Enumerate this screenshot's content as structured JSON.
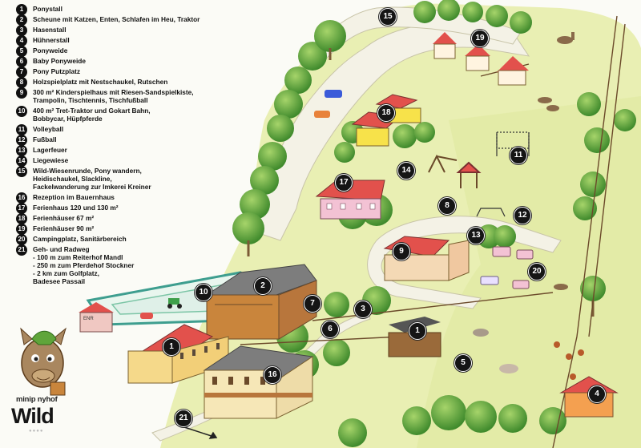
{
  "legend": [
    {
      "num": "1",
      "text": "Ponystall"
    },
    {
      "num": "2",
      "text": "Scheune mit Katzen, Enten, Schlafen im Heu, Traktor"
    },
    {
      "num": "3",
      "text": "Hasenstall"
    },
    {
      "num": "4",
      "text": "Hühnerstall"
    },
    {
      "num": "5",
      "text": "Ponyweide"
    },
    {
      "num": "6",
      "text": "Baby Ponyweide"
    },
    {
      "num": "7",
      "text": "Pony Putzplatz"
    },
    {
      "num": "8",
      "text": "Holzspielplatz mit Nestschaukel, Rutschen"
    },
    {
      "num": "9",
      "text": "300 m² Kinderspielhaus mit Riesen-Sandspielkiste,\nTrampolin, Tischtennis, Tischfußball"
    },
    {
      "num": "10",
      "text": "400 m² Tret-Traktor und Gokart Bahn,\nBobbycar, Hüpfpferde"
    },
    {
      "num": "11",
      "text": "Volleyball"
    },
    {
      "num": "12",
      "text": "Fußball"
    },
    {
      "num": "13",
      "text": "Lagerfeuer"
    },
    {
      "num": "14",
      "text": "Liegewiese"
    },
    {
      "num": "15",
      "text": "Wild-Wiesenrunde, Pony wandern,\nHeidischaukel, Slackline,\nFackelwanderung zur Imkerei Kreiner"
    },
    {
      "num": "16",
      "text": "Rezeption im Bauernhaus"
    },
    {
      "num": "17",
      "text": "Ferienhaus 120 und 130 m²"
    },
    {
      "num": "18",
      "text": "Ferienhäuser 67 m²"
    },
    {
      "num": "19",
      "text": "Ferienhäuser 90 m²"
    },
    {
      "num": "20",
      "text": "Campingplatz, Sanitärbereich"
    },
    {
      "num": "21",
      "text": "Geh- und Radweg\n- 100 m zum Reiterhof Mandl\n- 250 m zum Pferdehof Stockner\n- 2 km zum Golfplatz,\n   Badesee Passail"
    }
  ],
  "markers": [
    "1",
    "2",
    "3",
    "4",
    "5",
    "6",
    "7",
    "8",
    "9",
    "10",
    "11",
    "12",
    "13",
    "14",
    "15",
    "16",
    "17",
    "18",
    "19",
    "20",
    "21",
    "1"
  ],
  "signboard": "ENR",
  "logo": {
    "top": "minip  nyhof",
    "main": "Wild",
    "dots": "●●●●"
  },
  "colors": {
    "grass": "#e8efb0",
    "path": "#f3f1e2",
    "roof_red": "#e2514c",
    "roof_grey": "#7d7d7d",
    "tree": "#5fa53a",
    "wood": "#b8763c",
    "marker": "#151515"
  },
  "icons": [
    "horse-icon",
    "chicken-icon",
    "swing-icon",
    "goal-icon",
    "tractor-icon",
    "car-icon",
    "tree-icon",
    "house-icon",
    "caravan-icon",
    "arrow-icon"
  ]
}
